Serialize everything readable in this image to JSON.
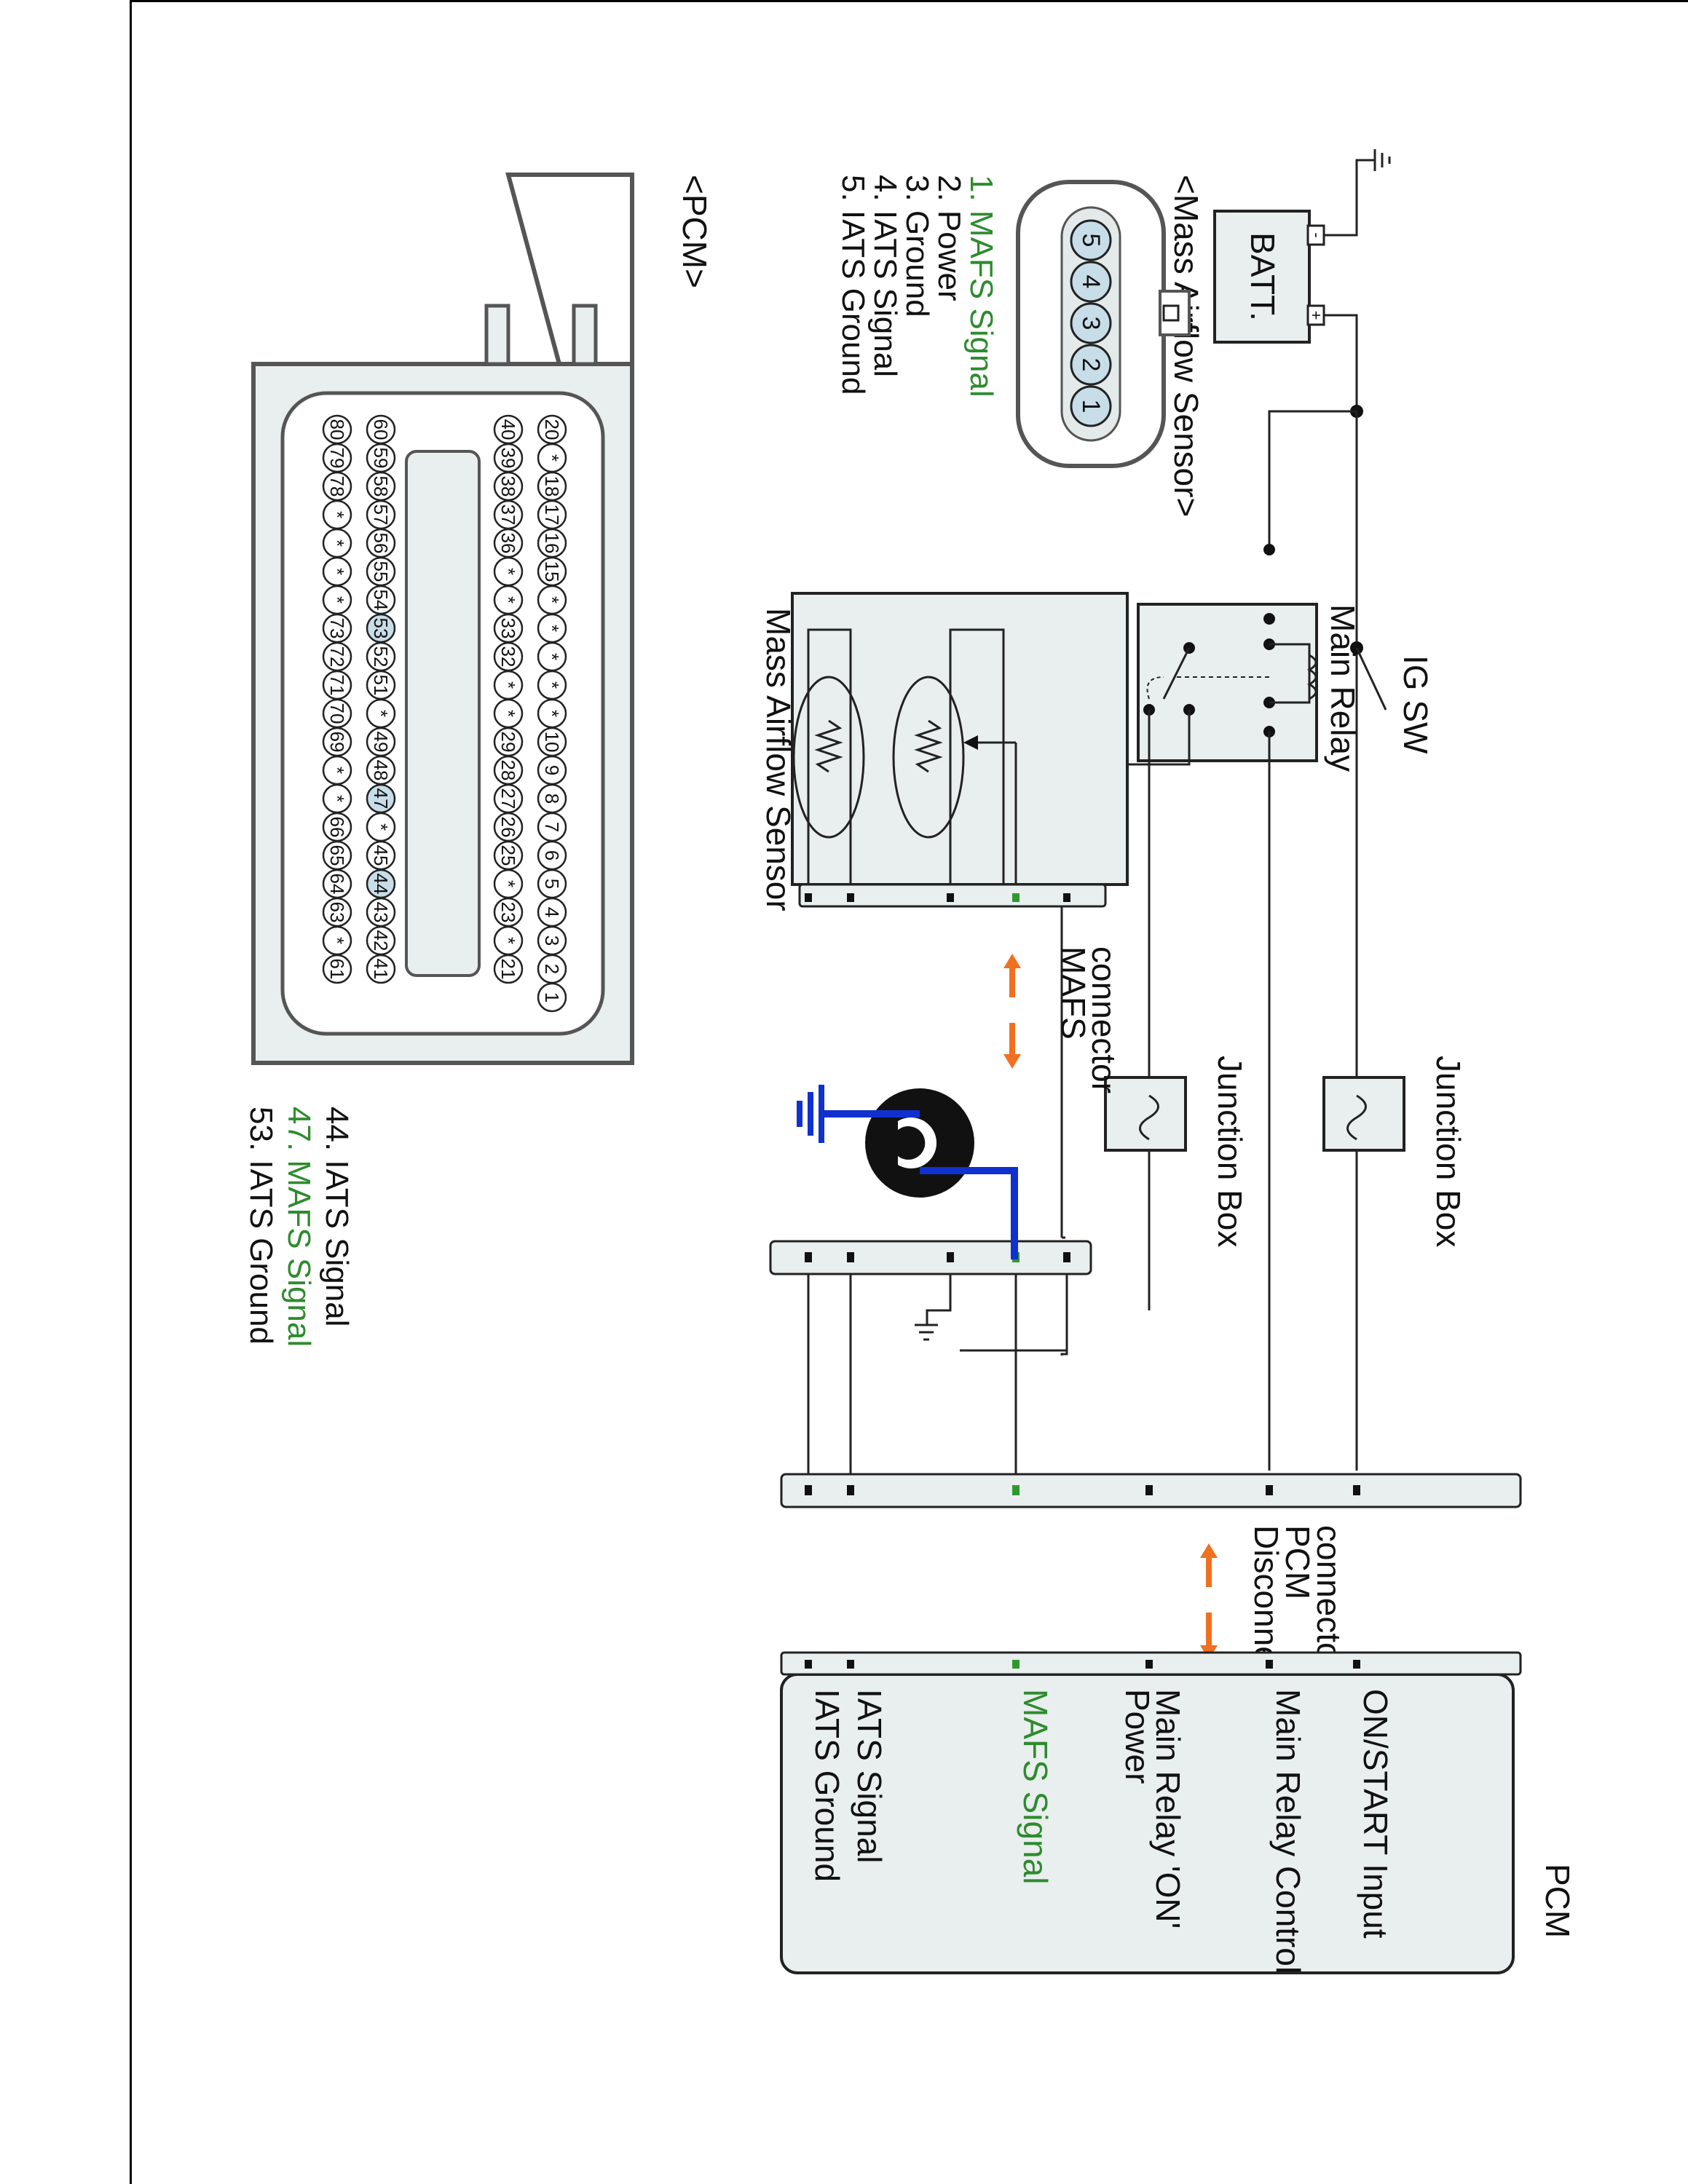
{
  "mafs_title": "<Mass Airflow Sensor>",
  "mafs_pins": [
    "5",
    "4",
    "3",
    "2",
    "1"
  ],
  "mafs_legend": [
    {
      "text": "1. MAFS Signal",
      "color": "#2e8b2e"
    },
    {
      "text": "2. Power",
      "color": "#111111"
    },
    {
      "text": "3. Ground",
      "color": "#111111"
    },
    {
      "text": "4. IATS Signal",
      "color": "#111111"
    },
    {
      "text": "5. IATS Ground",
      "color": "#111111"
    }
  ],
  "pcm_title": "<PCM>",
  "pcm_rows": [
    [
      "20",
      "*",
      "18",
      "17",
      "16",
      "15",
      "*",
      "*",
      "*",
      "*",
      "*",
      "10",
      "9",
      "8",
      "7",
      "6",
      "5",
      "4",
      "3",
      "2",
      "1"
    ],
    [
      "40",
      "39",
      "38",
      "37",
      "36",
      "*",
      "*",
      "33",
      "32",
      "*",
      "*",
      "29",
      "28",
      "27",
      "26",
      "25",
      "*",
      "23",
      "*",
      "21"
    ],
    [
      "60",
      "59",
      "58",
      "57",
      "56",
      "55",
      "54",
      "53",
      "52",
      "51",
      "*",
      "49",
      "48",
      "47",
      "*",
      "45",
      "44",
      "43",
      "42",
      "41"
    ],
    [
      "80",
      "79",
      "78",
      "*",
      "*",
      "*",
      "*",
      "73",
      "72",
      "71",
      "70",
      "69",
      "*",
      "*",
      "66",
      "65",
      "64",
      "63",
      "*",
      "61"
    ]
  ],
  "pcm_highlight": [
    "53",
    "47",
    "44"
  ],
  "pcm_legend": [
    {
      "text": "44. IATS Signal",
      "color": "#111111"
    },
    {
      "text": "47. MAFS Signal",
      "color": "#2e8b2e"
    },
    {
      "text": "53. IATS Ground",
      "color": "#111111"
    }
  ],
  "labels": {
    "batt": "BATT.",
    "ig_sw": "IG SW",
    "main_relay": "Main Relay",
    "junction_box_1": "Junction Box",
    "junction_box_2": "Junction Box",
    "mass_airflow_sensor": "Mass Airflow Sensor",
    "mafs_connector_1": "MAFS",
    "mafs_connector_2": "connector",
    "disconnect_1": "Disconnect",
    "disconnect_2": "PCM",
    "disconnect_3": "connector",
    "pcm_box": "PCM",
    "batt_plus": "+",
    "batt_minus": "-"
  },
  "pcm_terminals": [
    {
      "text": "ON/START Input",
      "color": "#111111"
    },
    {
      "text": "Main Relay Control",
      "color": "#111111"
    },
    {
      "text": "Main Relay 'ON'",
      "color": "#111111"
    },
    {
      "text": "Power",
      "color": "#111111"
    },
    {
      "text": "MAFS Signal",
      "color": "#2e8b2e"
    },
    {
      "text": "IATS Signal",
      "color": "#111111"
    },
    {
      "text": "IATS Ground",
      "color": "#111111"
    }
  ],
  "colors": {
    "accent_green": "#2e8b2e",
    "arrow_orange": "#f07020",
    "probe_blue": "#1030d0",
    "connector_fill": "#e9eeee",
    "pin_highlight": "#c7dde8"
  },
  "icons": [
    "ground-icon",
    "ohmmeter-icon",
    "resistor-icon",
    "fuse-icon",
    "switch-icon",
    "relay-coil-icon"
  ]
}
